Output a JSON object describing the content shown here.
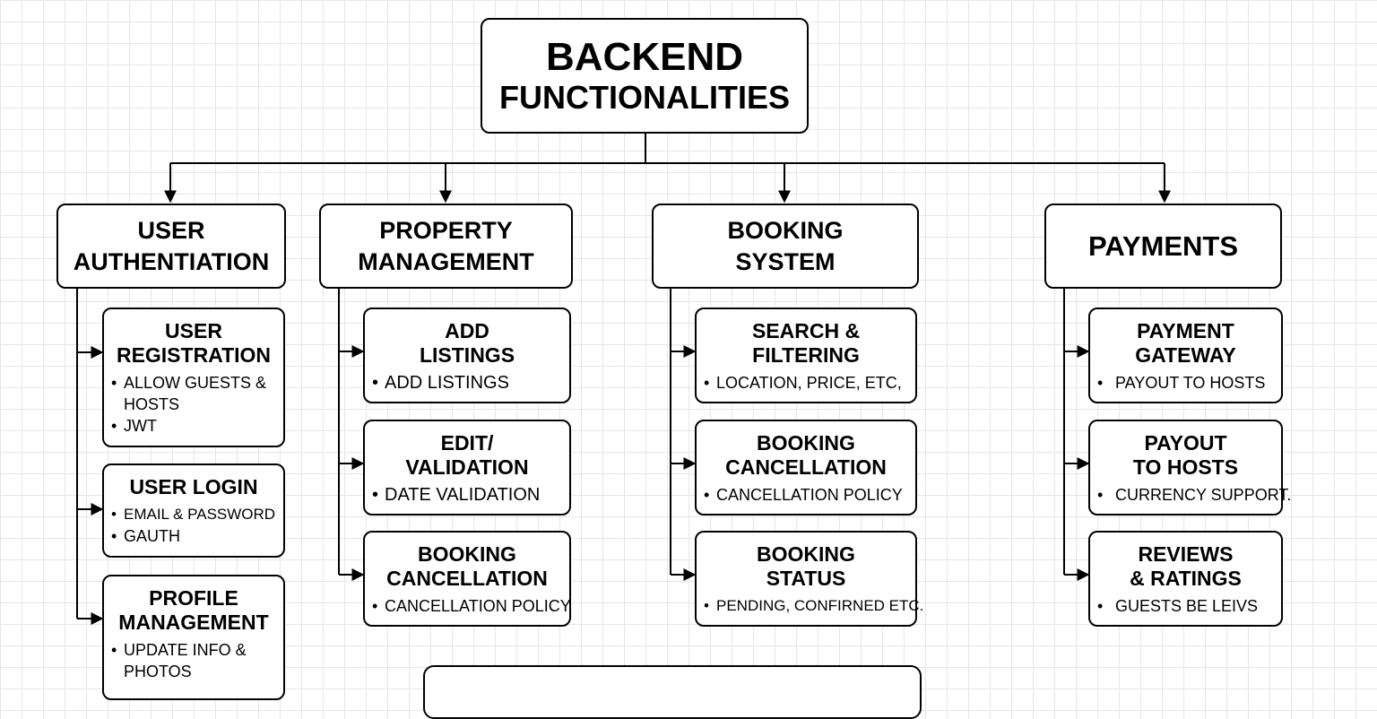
{
  "root": {
    "line1": "BACKEND",
    "line2": "FUNCTIONALITIES"
  },
  "categories": [
    {
      "title": "USER\nAUTHENTIATION",
      "children": [
        {
          "title": "USER\nREGISTRATION",
          "bullets": [
            "ALLOW GUESTS & HOSTS",
            "JWT"
          ]
        },
        {
          "title": "USER LOGIN",
          "bullets": [
            "EMAIL & PASSWORD",
            "GAUTH"
          ]
        },
        {
          "title": "PROFILE\nMANAGEMENT",
          "bullets": [
            "UPDATE INFO & PHOTOS"
          ]
        }
      ]
    },
    {
      "title": "PROPERTY\nMANAGEMENT",
      "children": [
        {
          "title": "ADD\nLISTINGS",
          "bullets": [
            "ADD LISTINGS"
          ]
        },
        {
          "title": "EDIT/\nVALIDATION",
          "bullets": [
            "DATE VALIDATION"
          ]
        },
        {
          "title": "BOOKING\nCANCELLATION",
          "bullets": [
            "CANCELLATION POLICY"
          ]
        }
      ]
    },
    {
      "title": "BOOKING\nSYSTEM",
      "children": [
        {
          "title": "SEARCH &\nFILTERING",
          "bullets": [
            "LOCATION, PRICE, ETC,"
          ]
        },
        {
          "title": "BOOKING\nCANCELLATION",
          "bullets": [
            "CANCELLATION POLICY"
          ]
        },
        {
          "title": "BOOKING\nSTATUS",
          "bullets": [
            "PENDING, CONFIRNED ETC."
          ]
        }
      ]
    },
    {
      "title": "PAYMENTS",
      "children": [
        {
          "title": "PAYMENT\nGATEWAY",
          "bullets": [
            "PAYOUT TO HOSTS"
          ]
        },
        {
          "title": "PAYOUT\nTO HOSTS",
          "bullets": [
            "CURRENCY SUPPORT."
          ]
        },
        {
          "title": "REVIEWS\n& RATINGS",
          "bullets": [
            "GUESTS BE LEIVS"
          ]
        }
      ]
    }
  ]
}
